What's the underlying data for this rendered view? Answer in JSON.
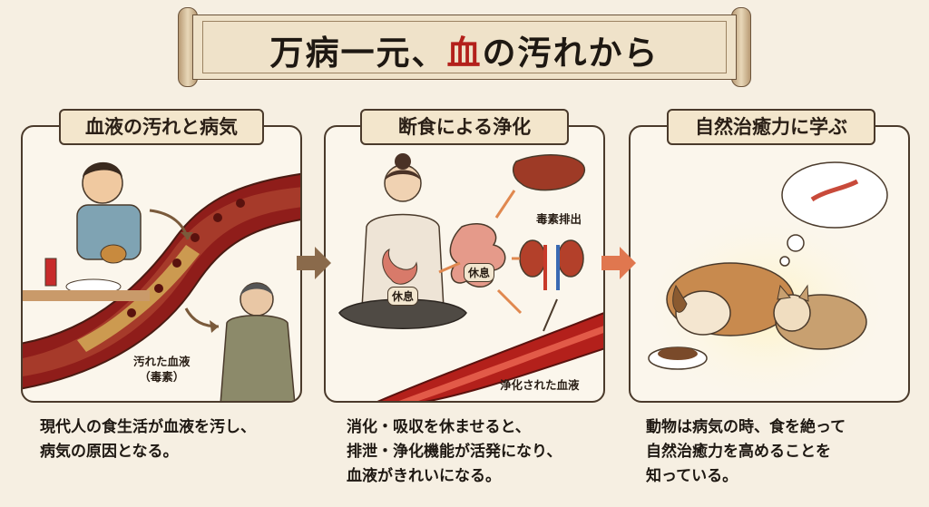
{
  "header": {
    "title_pre": "万病一元、",
    "title_red": "血",
    "title_post": "の汚れから"
  },
  "panels": [
    {
      "label": "血液の汚れと病気",
      "captions": [
        "汚れた血液",
        "（毒素）"
      ],
      "description": [
        "現代人の食生活が血液を汚し、",
        "病気の原因となる。"
      ]
    },
    {
      "label": "断食による浄化",
      "captions": [
        "毒素排出",
        "休息",
        "休息",
        "浄化された血液"
      ],
      "description": [
        "消化・吸収を休ませると、",
        "排泄・浄化機能が活発になり、",
        "血液がきれいになる。"
      ]
    },
    {
      "label": "自然治癒力に学ぶ",
      "description": [
        "動物は病気の時、食を絶って",
        "自然治癒力を高めることを",
        "知っている。"
      ]
    }
  ],
  "colors": {
    "accent_red": "#b3201b",
    "arrow_brown": "#8a6a4b",
    "arrow_orange": "#e0774f"
  }
}
